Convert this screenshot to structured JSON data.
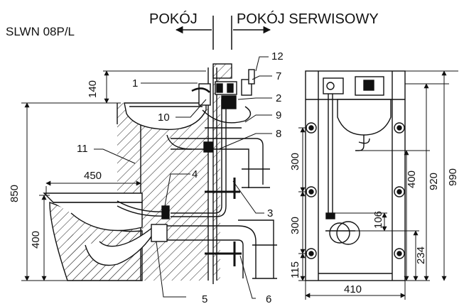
{
  "header": {
    "model": "SLWN 08P/L",
    "room_left": "POKÓJ",
    "room_right": "POKÓJ SERWISOWY"
  },
  "callouts": [
    "1",
    "2",
    "3",
    "4",
    "5",
    "6",
    "7",
    "8",
    "9",
    "10",
    "11",
    "12"
  ],
  "dimensions": {
    "side": {
      "top_height": "140",
      "total_height": "850",
      "bowl_height": "400",
      "bowl_depth": "450"
    },
    "front": {
      "upper_spacing": "300",
      "lower_spacing": "300",
      "bottom_offset": "115",
      "height_400": "400",
      "height_920": "920",
      "height_990": "990",
      "offset_106": "106",
      "offset_234": "234",
      "width": "410"
    }
  },
  "colors": {
    "line": "#111111",
    "hatch": "#222222",
    "background": "#ffffff"
  }
}
